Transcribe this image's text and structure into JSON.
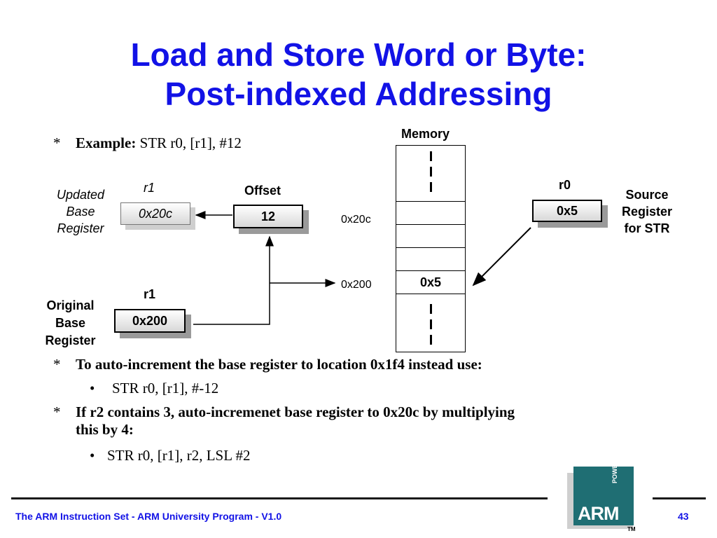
{
  "title": {
    "line1": "Load and Store Word or Byte:",
    "line2": "Post-indexed Addressing"
  },
  "bullets": [
    {
      "marker": "*",
      "label": "Example:",
      "text": " STR r0, [r1], #12"
    },
    {
      "marker": "*",
      "text": "To auto-increment the base register to location 0x1f4 instead use:"
    },
    {
      "marker": "•",
      "text": "STR r0, [r1], #-12"
    },
    {
      "marker": "*",
      "text_line1": "If r2 contains 3, auto-incremenet base register to 0x20c by multiplying",
      "text_line2": "this by 4:"
    },
    {
      "marker": "•",
      "text": "STR r0, [r1], r2, LSL #2"
    }
  ],
  "diagram": {
    "memory_label": "Memory",
    "mem_addr_top": "0x20c",
    "mem_addr_bottom": "0x200",
    "mem_value": "0x5",
    "r0": {
      "name": "r0",
      "value": "0x5",
      "caption": [
        "Source",
        "Register",
        "for STR"
      ]
    },
    "r1_updated": {
      "name": "r1",
      "value": "0x20c",
      "caption": [
        "Updated",
        "Base",
        "Register"
      ]
    },
    "offset": {
      "name": "Offset",
      "value": "12"
    },
    "r1_original": {
      "name": "r1",
      "value": "0x200",
      "caption": [
        "Original",
        "Base",
        "Register"
      ]
    }
  },
  "footer": {
    "text": "The ARM Instruction Set - ARM University Program - V1.0",
    "page": "43",
    "logo_text": "ARM",
    "logo_sub": "POWERED",
    "logo_tm": "TM"
  },
  "colors": {
    "title": "#1212e6",
    "footer_text": "#1212e6",
    "logo_bg": "#1f6e73"
  }
}
